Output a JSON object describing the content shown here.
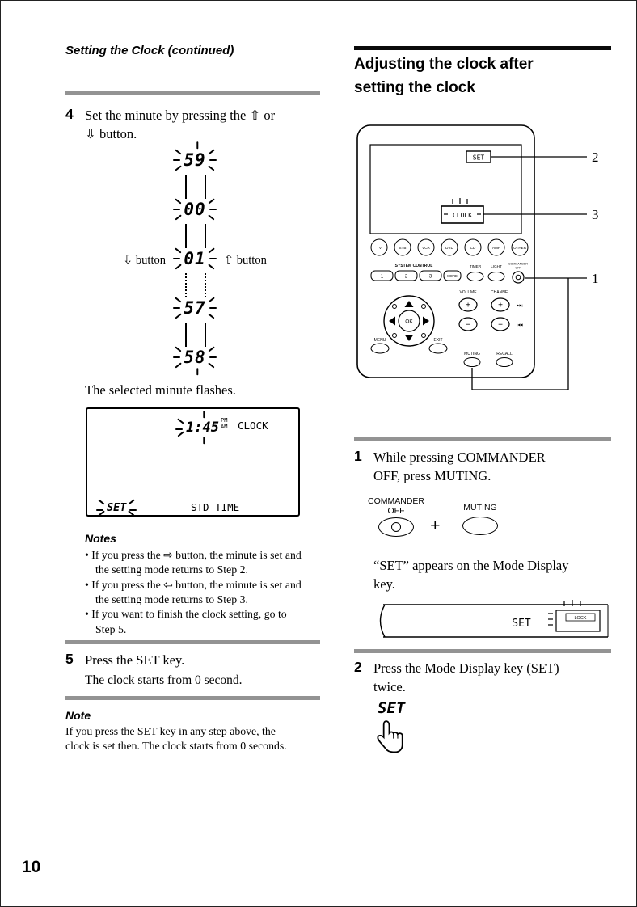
{
  "page_number": "10",
  "left": {
    "header": "Setting the Clock (continued)",
    "step4": {
      "num": "4",
      "text": "Set the minute by pressing the ⇧ or ⇩ button."
    },
    "digits": [
      "59",
      "00",
      "01",
      "57",
      "58"
    ],
    "down_label": "⇩ button",
    "up_label": "⇧ button",
    "flash_caption": "The selected minute flashes.",
    "display": {
      "time": "1:45",
      "pm": "PM",
      "am": "AM",
      "clock": "CLOCK",
      "set": "SET",
      "std_time": "STD TIME"
    },
    "notes_title": "Notes",
    "notes": [
      "If you press the ⇨ button, the minute is set and the setting mode returns to Step 2.",
      "If you press the ⇦ button, the minute is set and the setting mode returns to Step 3.",
      "If you want to finish the clock setting, go to Step 5."
    ],
    "step5": {
      "num": "5",
      "text": "Press the SET key.",
      "sub": "The clock starts from 0 second."
    },
    "note_title": "Note",
    "note_text": "If you press the SET key in any step above, the clock is set then. The clock starts from 0 seconds."
  },
  "right": {
    "title": "Adjusting the clock after setting the clock",
    "remote": {
      "display_set": "SET",
      "display_clock": "CLOCK",
      "devices": [
        "TV",
        "STB",
        "VCR",
        "DVD",
        "CD",
        "AMP",
        "OTHER"
      ],
      "system_control": "SYSTEM CONTROL",
      "sc_buttons": [
        "1",
        "2",
        "3"
      ],
      "more": "MORE",
      "timer": "TIMER",
      "light": "LIGHT",
      "commander_1": "COMMANDER",
      "commander_2": "OFF",
      "ok": "OK",
      "volume": "VOLUME",
      "channel": "CHANNEL",
      "plus": "+",
      "minus": "−",
      "skip_fwd": "▶▶|",
      "skip_back": "|◀◀",
      "menu": "MENU",
      "exit": "EXIT",
      "muting": "MUTING",
      "recall": "RECALL",
      "callout_1": "1",
      "callout_2": "2",
      "callout_3": "3"
    },
    "step1": {
      "num": "1",
      "text": "While pressing COMMANDER OFF, press MUTING.",
      "commander_1": "COMMANDER",
      "commander_2": "OFF",
      "plus": "+",
      "muting": "MUTING",
      "set_appears": "“SET” appears on the Mode Display key.",
      "mini_set": "SET",
      "mini_lock": "LOCK"
    },
    "step2": {
      "num": "2",
      "text": "Press the Mode Display key (SET) twice.",
      "set": "SET"
    }
  }
}
